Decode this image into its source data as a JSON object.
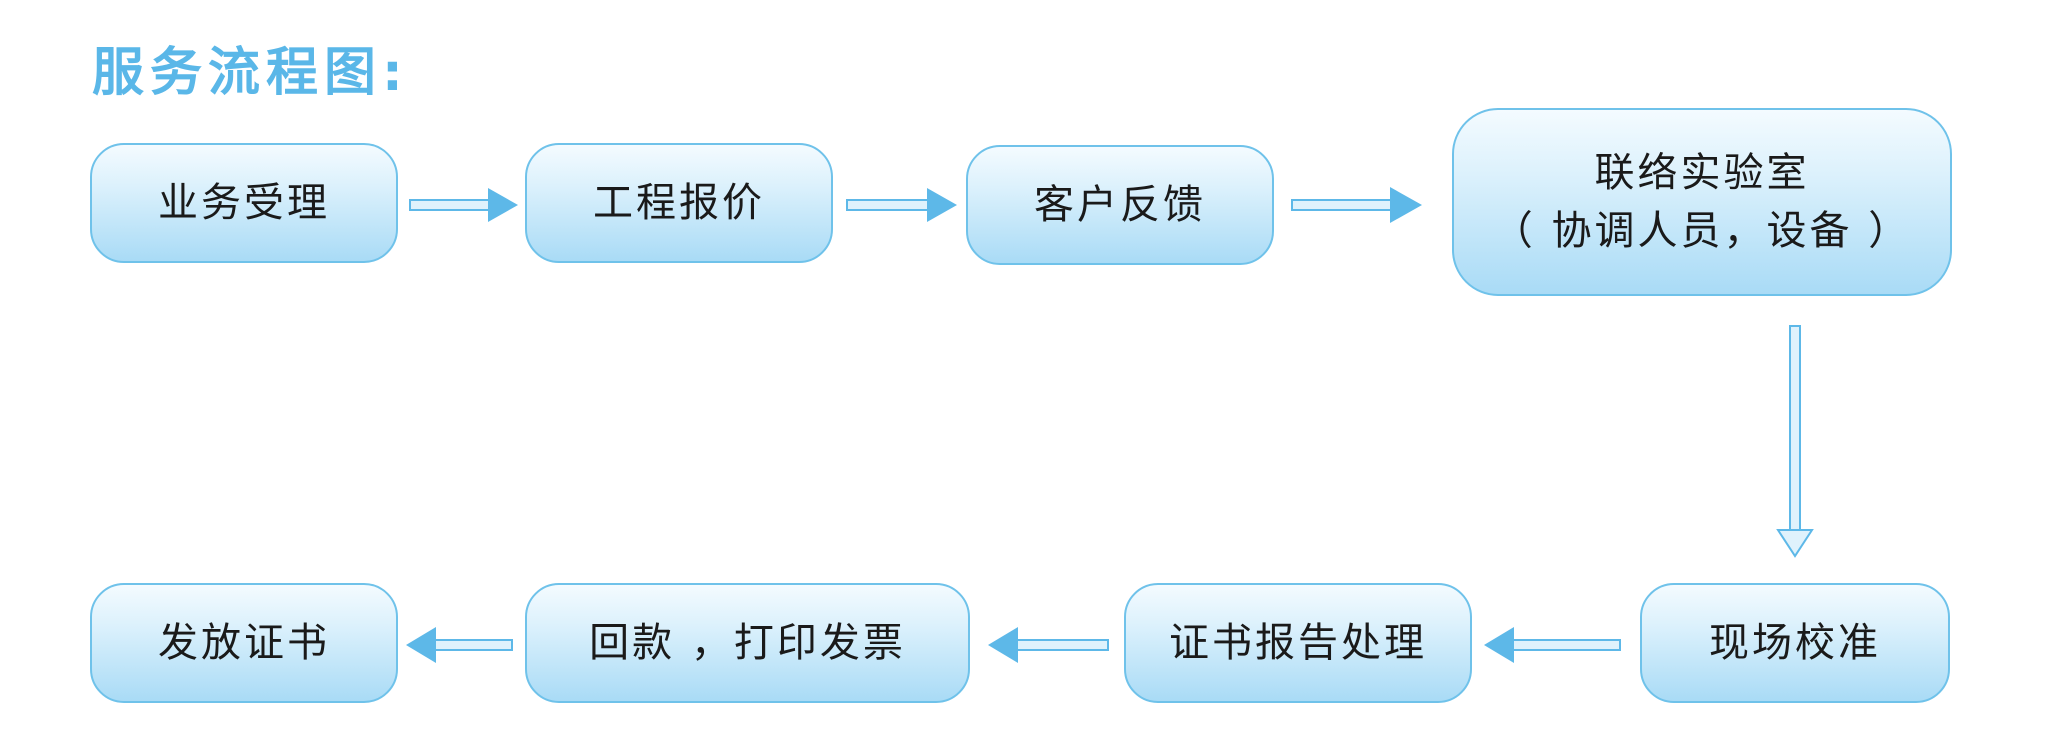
{
  "title": "服务流程图:",
  "colors": {
    "title": "#5ab7e8",
    "node_border": "#6fc2ea",
    "node_fill_top": "#f4fbff",
    "node_fill_bottom": "#a9dbf6",
    "arrow_fill": "#dff2fc",
    "arrow_head": "#5db8e8",
    "arrow_stroke": "#5db8e8"
  },
  "nodes": {
    "business_acceptance": "业务受理",
    "project_quotation": "工程报价",
    "customer_feedback": "客户反馈",
    "contact_lab_line1": "联络实验室",
    "contact_lab_line2": "（ 协调人员，设备 ）",
    "onsite_calibration": "现场校准",
    "certificate_report": "证书报告处理",
    "payment_invoice": "回款 ，打印发票",
    "issue_certificate": "发放证书"
  }
}
